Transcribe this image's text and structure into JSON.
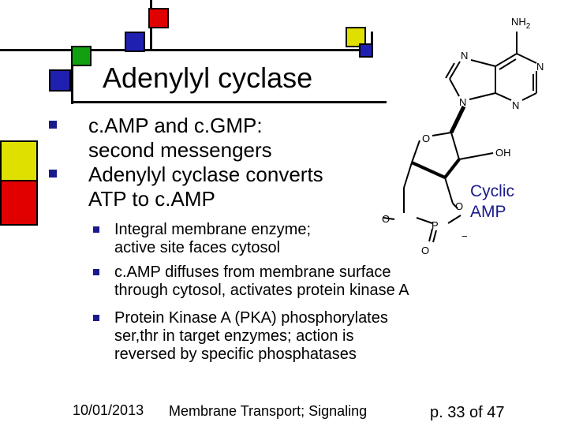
{
  "slide": {
    "title": "Adenylyl cyclase",
    "bullets": [
      {
        "lines": [
          "c.AMP and c.GMP:",
          "second messengers"
        ]
      },
      {
        "lines": [
          "Adenylyl cyclase converts",
          "ATP to c.AMP"
        ]
      }
    ],
    "sub_bullets": [
      {
        "lines": [
          "Integral membrane enzyme;",
          "active site faces cytosol"
        ]
      },
      {
        "lines": [
          "c.AMP diffuses from membrane surface",
          "through cytosol, activates protein kinase A"
        ]
      },
      {
        "lines": [
          "Protein Kinase A (PKA) phosphorylates",
          "ser,thr in target enzymes; action is",
          "reversed by specific phosphatases"
        ]
      }
    ],
    "figure_label_lines": [
      "Cyclic",
      "AMP"
    ],
    "molecule_atoms": {
      "nh2": "NH",
      "nh2_sub": "2",
      "n1": "N",
      "n2": "N",
      "n3": "N",
      "n4": "N",
      "o_ring": "O",
      "oh": "OH",
      "o_left": "O",
      "o_right": "O",
      "p": "P",
      "o_bottom": "O",
      "minus": "−"
    },
    "footer": {
      "date": "10/01/2013",
      "course": "Membrane Transport; Signaling",
      "page": "p. 33 of 47"
    }
  },
  "colors": {
    "red": "#e00000",
    "blue": "#2020b0",
    "green": "#10a010",
    "yellow": "#e0e000",
    "bullet": "#1a1a8c"
  }
}
